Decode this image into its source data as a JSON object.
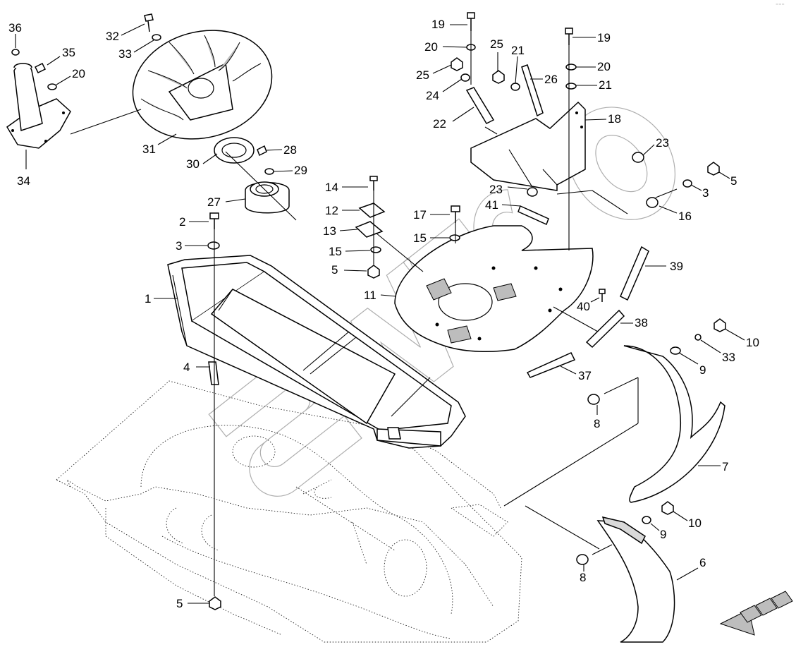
{
  "diagram": {
    "watermark_text": "SWECO",
    "corner_mark": "⁻⁻⁻",
    "callouts": [
      {
        "id": "c36",
        "label": "36"
      },
      {
        "id": "c35",
        "label": "35"
      },
      {
        "id": "c20a",
        "label": "20"
      },
      {
        "id": "c34",
        "label": "34"
      },
      {
        "id": "c32",
        "label": "32"
      },
      {
        "id": "c33a",
        "label": "33"
      },
      {
        "id": "c31",
        "label": "31"
      },
      {
        "id": "c30",
        "label": "30"
      },
      {
        "id": "c28",
        "label": "28"
      },
      {
        "id": "c29",
        "label": "29"
      },
      {
        "id": "c27",
        "label": "27"
      },
      {
        "id": "c19a",
        "label": "19"
      },
      {
        "id": "c20b",
        "label": "20"
      },
      {
        "id": "c25a",
        "label": "25"
      },
      {
        "id": "c24",
        "label": "24"
      },
      {
        "id": "c22",
        "label": "22"
      },
      {
        "id": "c25b",
        "label": "25"
      },
      {
        "id": "c21a",
        "label": "21"
      },
      {
        "id": "c26",
        "label": "26"
      },
      {
        "id": "c19b",
        "label": "19"
      },
      {
        "id": "c20c",
        "label": "20"
      },
      {
        "id": "c21b",
        "label": "21"
      },
      {
        "id": "c18",
        "label": "18"
      },
      {
        "id": "c23a",
        "label": "23"
      },
      {
        "id": "c5a",
        "label": "5"
      },
      {
        "id": "c3a",
        "label": "3"
      },
      {
        "id": "c16",
        "label": "16"
      },
      {
        "id": "c23b",
        "label": "23"
      },
      {
        "id": "c41",
        "label": "41"
      },
      {
        "id": "c14",
        "label": "14"
      },
      {
        "id": "c12",
        "label": "12"
      },
      {
        "id": "c13",
        "label": "13"
      },
      {
        "id": "c15a",
        "label": "15"
      },
      {
        "id": "c5b",
        "label": "5"
      },
      {
        "id": "c17",
        "label": "17"
      },
      {
        "id": "c15b",
        "label": "15"
      },
      {
        "id": "c2",
        "label": "2"
      },
      {
        "id": "c3b",
        "label": "3"
      },
      {
        "id": "c1",
        "label": "1"
      },
      {
        "id": "c11",
        "label": "11"
      },
      {
        "id": "c39",
        "label": "39"
      },
      {
        "id": "c40",
        "label": "40"
      },
      {
        "id": "c38",
        "label": "38"
      },
      {
        "id": "c10a",
        "label": "10"
      },
      {
        "id": "c33b",
        "label": "33"
      },
      {
        "id": "c9a",
        "label": "9"
      },
      {
        "id": "c37",
        "label": "37"
      },
      {
        "id": "c4",
        "label": "4"
      },
      {
        "id": "c8a",
        "label": "8"
      },
      {
        "id": "c7",
        "label": "7"
      },
      {
        "id": "c10b",
        "label": "10"
      },
      {
        "id": "c9b",
        "label": "9"
      },
      {
        "id": "c8b",
        "label": "8"
      },
      {
        "id": "c6",
        "label": "6"
      },
      {
        "id": "c5c",
        "label": "5"
      }
    ]
  }
}
